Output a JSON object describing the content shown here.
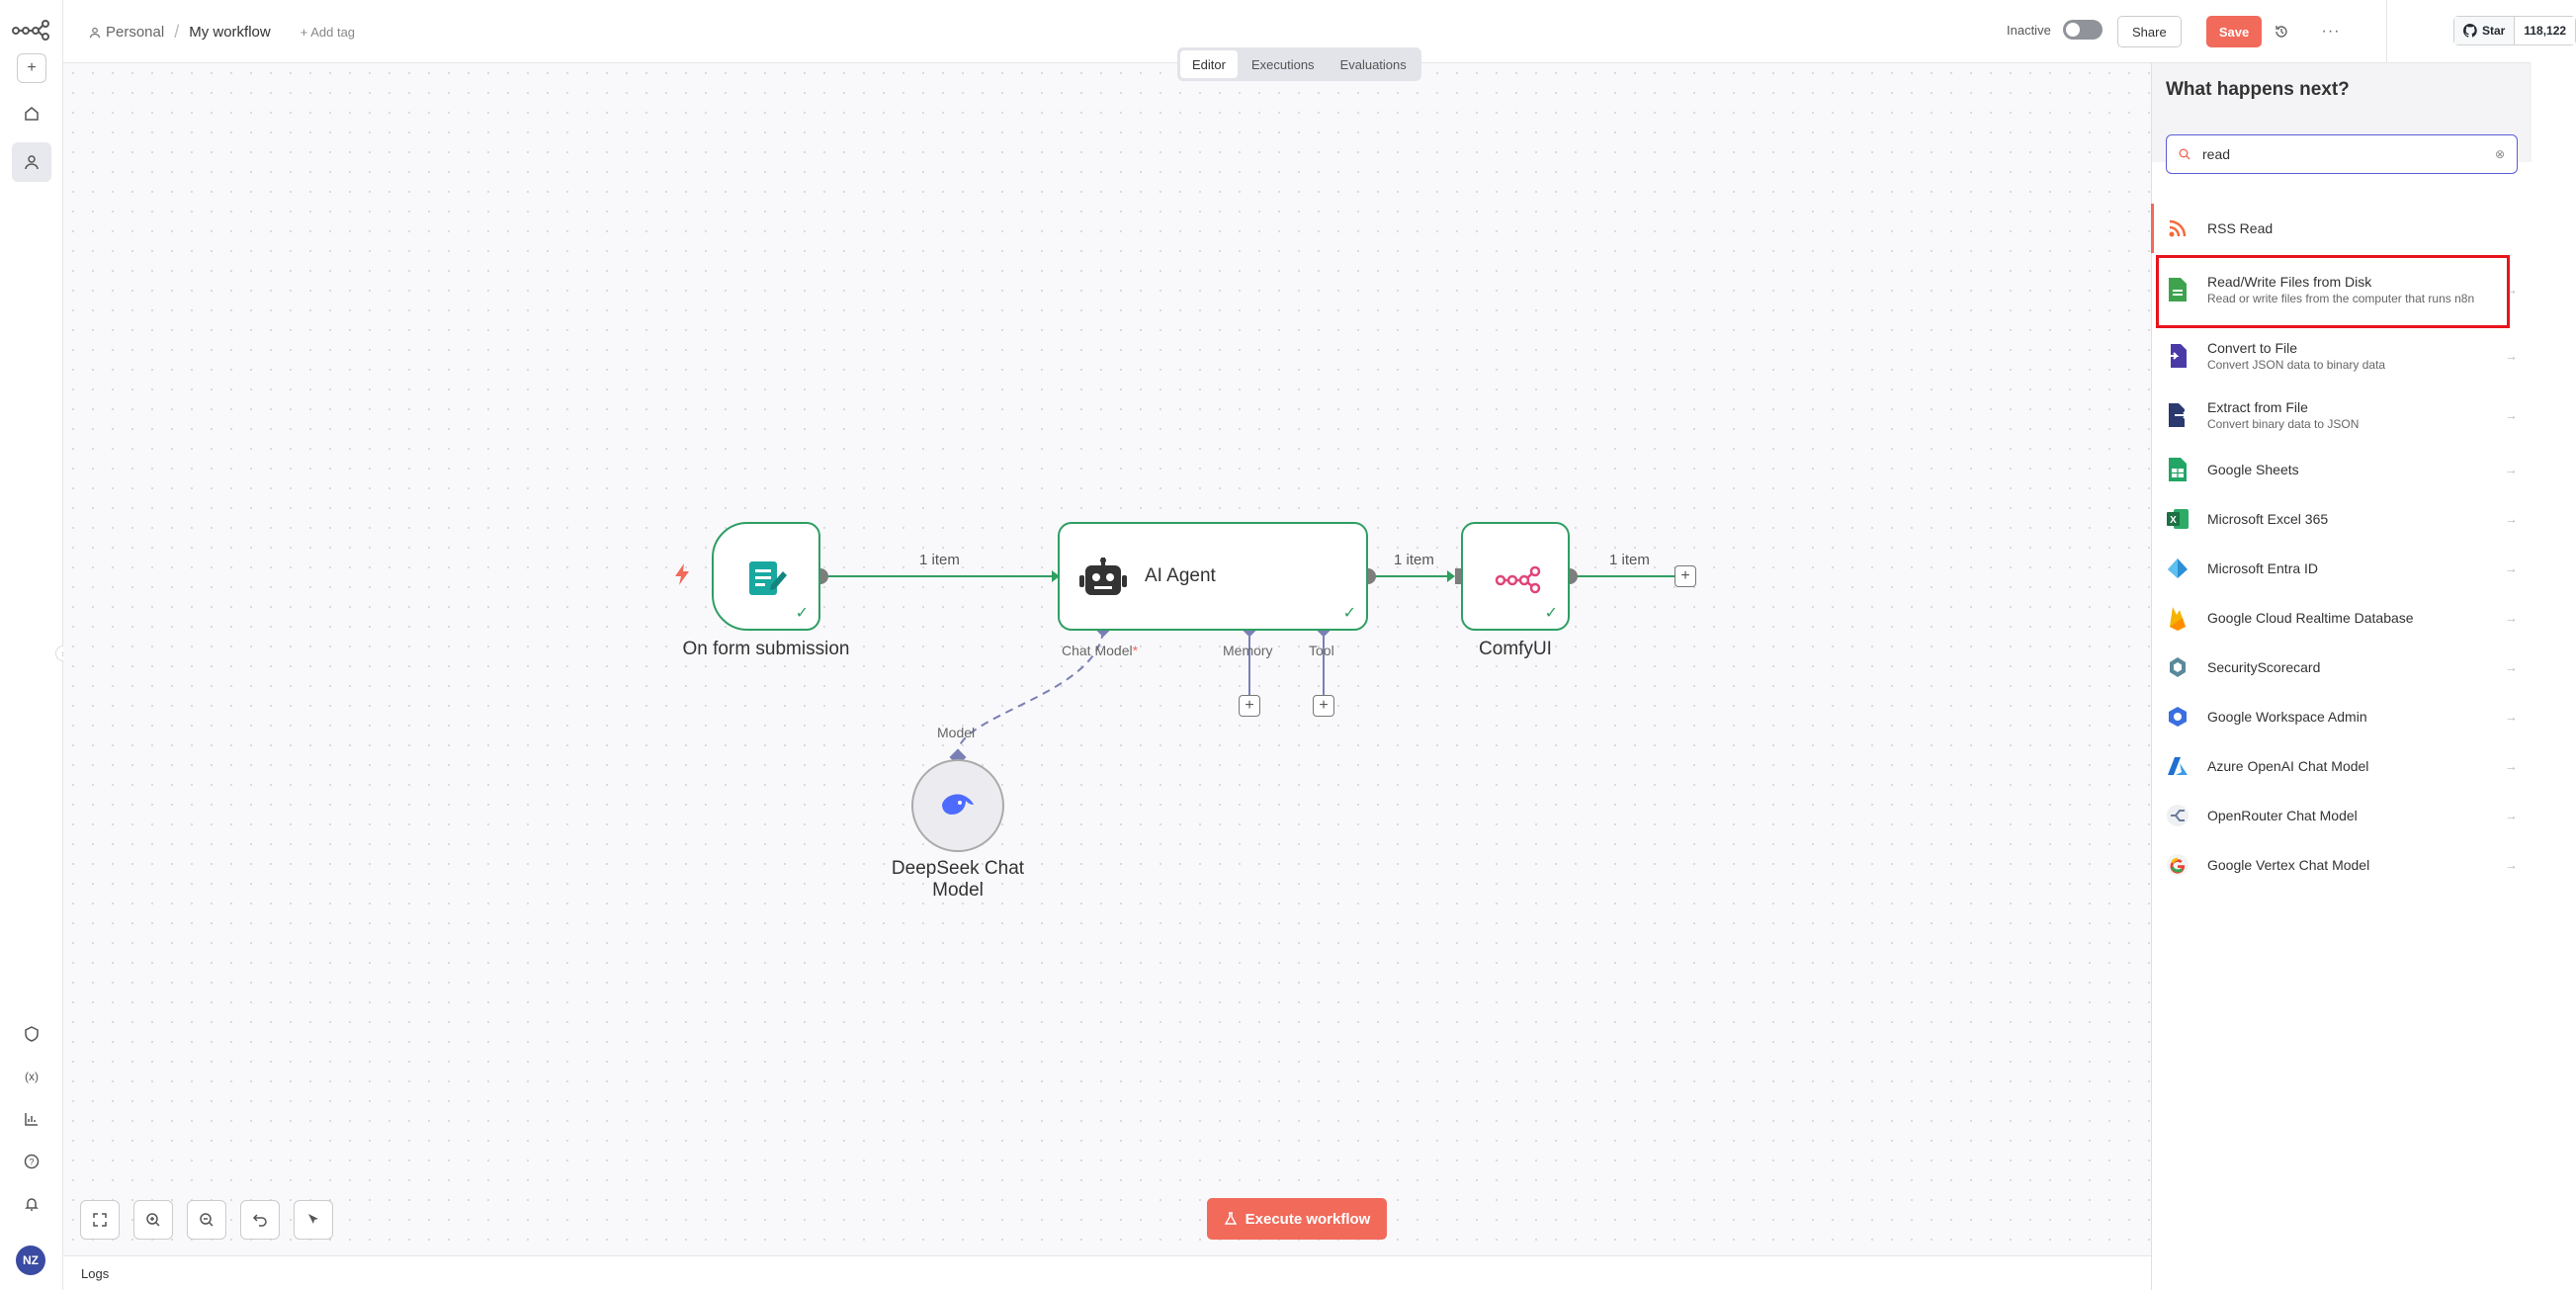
{
  "header": {
    "breadcrumb_personal": "Personal",
    "breadcrumb_sep": "/",
    "workflow_name": "My workflow",
    "add_tag": "+ Add tag",
    "status": "Inactive",
    "share": "Share",
    "save": "Save",
    "github_star": "Star",
    "github_count": "118,122"
  },
  "tabs": [
    "Editor",
    "Executions",
    "Evaluations"
  ],
  "active_tab": "Editor",
  "nodes": {
    "form": "On form submission",
    "agent": "AI Agent",
    "comfy": "ComfyUI",
    "deepseek_line1": "DeepSeek Chat",
    "deepseek_line2": "Model"
  },
  "edges": {
    "e1": "1 item",
    "e2": "1 item",
    "e3": "1 item"
  },
  "agent_inputs": {
    "chat_model": "Chat Model",
    "required_mark": "*",
    "memory": "Memory",
    "tool": "Tool",
    "model": "Model"
  },
  "execute_button": "Execute workflow",
  "logs_label": "Logs",
  "sidebar_user_initials": "NZ",
  "panel": {
    "title": "What happens next?",
    "search_value": "read",
    "items": [
      {
        "name": "RSS Read",
        "desc": "",
        "icon": "rss-icon",
        "color": "#f26b3a"
      },
      {
        "name": "Read/Write Files from Disk",
        "desc": "Read or write files from the computer that runs n8n",
        "icon": "file-disk-icon",
        "color": "#3fa34d"
      },
      {
        "name": "Convert to File",
        "desc": "Convert JSON data to binary data",
        "icon": "convert-file-icon",
        "color": "#4a3aa8"
      },
      {
        "name": "Extract from File",
        "desc": "Convert binary data to JSON",
        "icon": "extract-file-icon",
        "color": "#2a3a6e"
      },
      {
        "name": "Google Sheets",
        "desc": "",
        "icon": "google-sheets-icon",
        "color": "#23a566"
      },
      {
        "name": "Microsoft Excel 365",
        "desc": "",
        "icon": "excel-icon",
        "color": "#1d7044"
      },
      {
        "name": "Microsoft Entra ID",
        "desc": "",
        "icon": "entra-icon",
        "color": "#2d8fd5"
      },
      {
        "name": "Google Cloud Realtime Database",
        "desc": "",
        "icon": "firebase-icon",
        "color": "#f5b400"
      },
      {
        "name": "SecurityScorecard",
        "desc": "",
        "icon": "securityscorecard-icon",
        "color": "#5a8a9a"
      },
      {
        "name": "Google Workspace Admin",
        "desc": "",
        "icon": "workspace-admin-icon",
        "color": "#3b6fe0"
      },
      {
        "name": "Azure OpenAI Chat Model",
        "desc": "",
        "icon": "azure-icon",
        "color": "#1f6fd1"
      },
      {
        "name": "OpenRouter Chat Model",
        "desc": "",
        "icon": "openrouter-icon",
        "color": "#6b7a99"
      },
      {
        "name": "Google Vertex Chat Model",
        "desc": "",
        "icon": "google-icon",
        "color": "#ea4335"
      }
    ]
  },
  "colors": {
    "accent": "#f16a5a",
    "success": "#2f9e63",
    "highlight": "#e8141c",
    "connector": "#7a7fb5"
  }
}
